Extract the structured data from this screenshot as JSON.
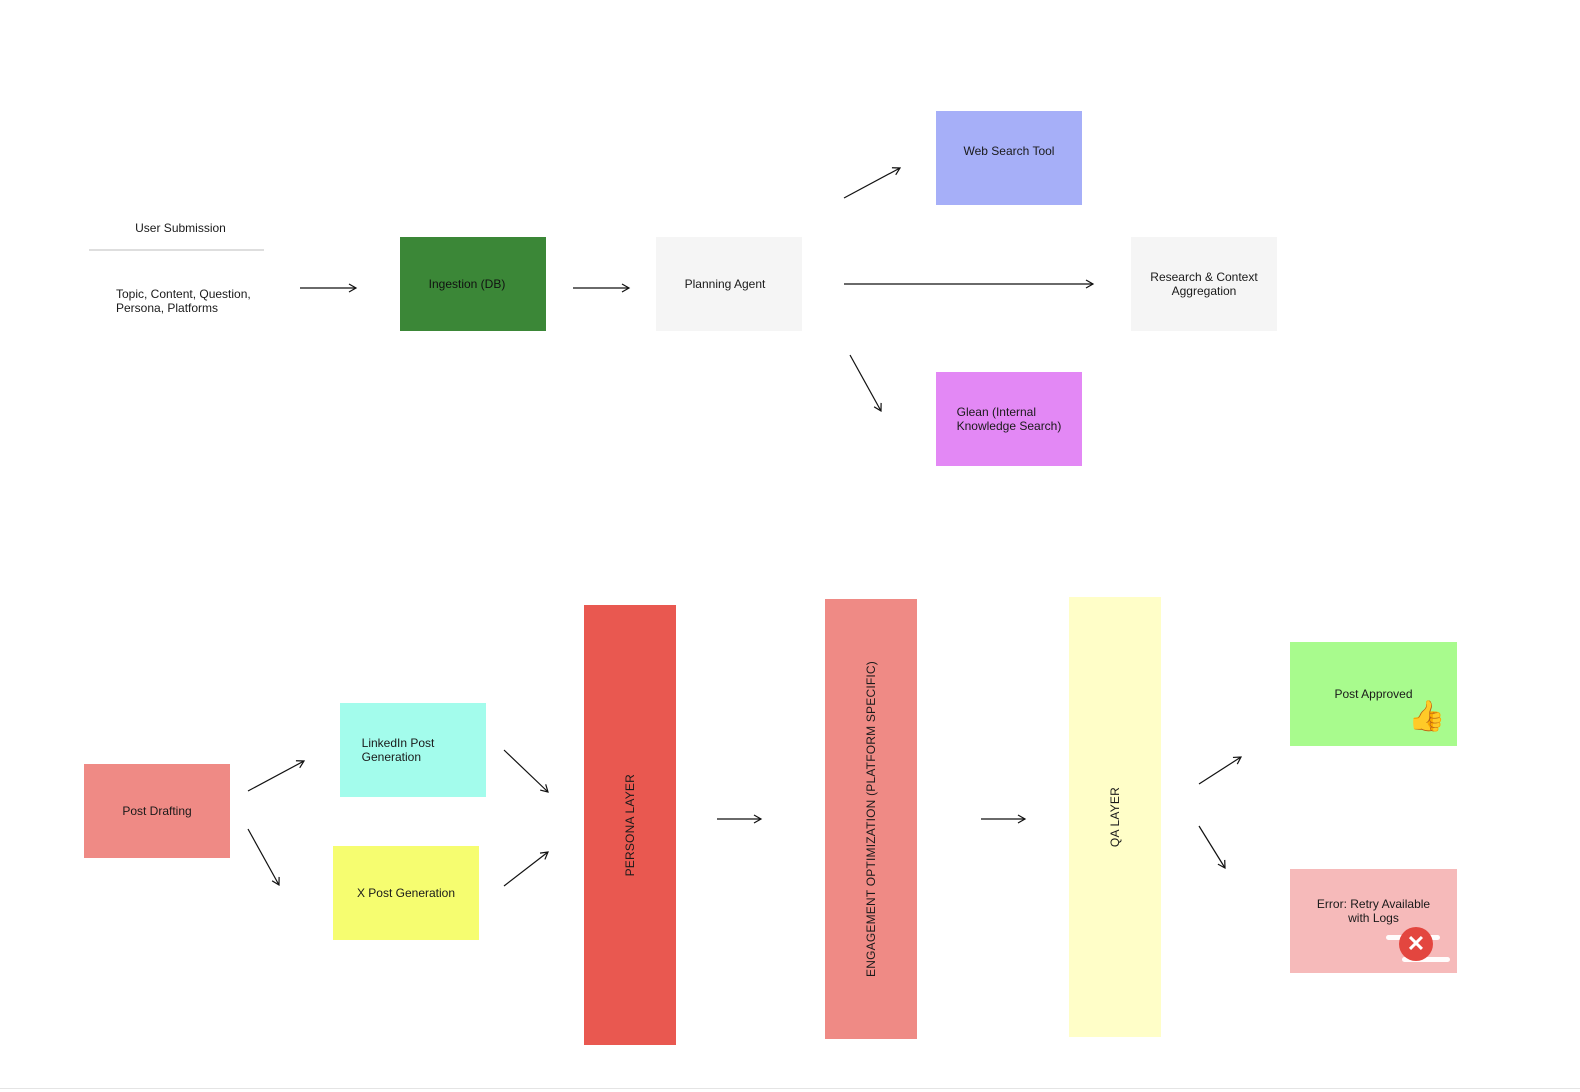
{
  "nodes": {
    "user_submission_title": "User Submission",
    "user_submission_body": "Topic, Content, Question,\nPersona, Platforms",
    "ingestion": "Ingestion (DB)",
    "planning_agent": "Planning Agent",
    "web_search": "Web Search Tool",
    "glean": "Glean (Internal\nKnowledge Search)",
    "research": "Research & Context\nAggregation",
    "post_drafting": "Post Drafting",
    "linkedin": "LinkedIn Post\nGeneration",
    "x_post": "X Post Generation",
    "persona_layer": "PERSONA LAYER",
    "engagement": "ENGAGEMENT OPTIMIZATION  (PLATFORM SPECIFIC)",
    "qa_layer": "QA LAYER",
    "post_approved": "Post Approved",
    "error_retry": "Error: Retry Available\nwith Logs"
  },
  "icons": {
    "approved": "thumbs-up-icon",
    "error": "error-x-icon"
  },
  "colors": {
    "ingestion": "#3b8737",
    "planning": "#f5f5f5",
    "web_search": "#a6aff8",
    "glean": "#e388f5",
    "research": "#f5f5f5",
    "post_drafting": "#ef8a85",
    "linkedin": "#a3fcec",
    "x_post": "#f6fd70",
    "persona": "#e95850",
    "engagement": "#ef8a85",
    "qa": "#fffec8",
    "approved": "#a8fb8d",
    "error": "#f6baba"
  }
}
